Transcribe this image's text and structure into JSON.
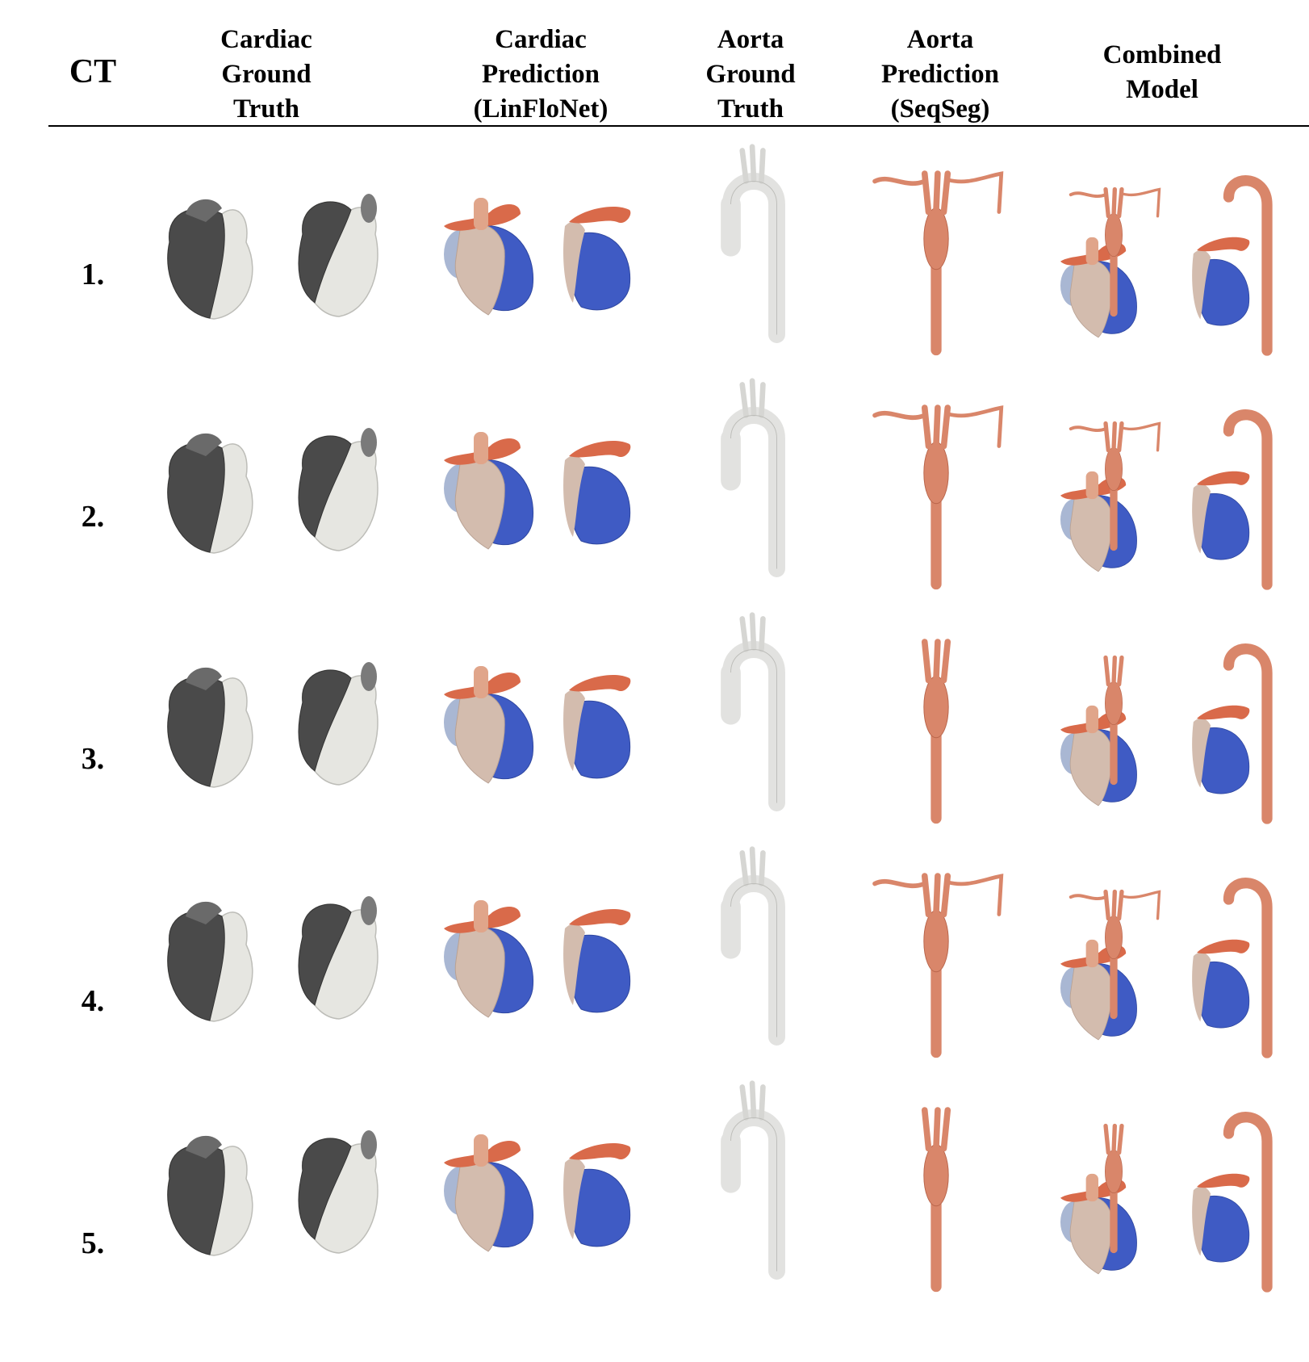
{
  "header": {
    "ct": "CT",
    "cardiac_gt": "Cardiac\nGround\nTruth",
    "cardiac_pred": "Cardiac\nPrediction\n(LinFloNet)",
    "aorta_gt": "Aorta\nGround\nTruth",
    "aorta_pred": "Aorta\nPrediction\n(SeqSeg)",
    "combined": "Combined\nModel"
  },
  "rows": [
    "1.",
    "2.",
    "3.",
    "4.",
    "5."
  ],
  "colors": {
    "gt_dark": "#4a4a4a",
    "gt_light": "#e6e6e1",
    "pred_beige": "#d3bcae",
    "pred_blue": "#3f5bc4",
    "pred_lightblue": "#a9b7d3",
    "pred_orange": "#d96a4a",
    "aorta_gt": "#e2e2e0",
    "aorta_pred": "#d9866a"
  }
}
